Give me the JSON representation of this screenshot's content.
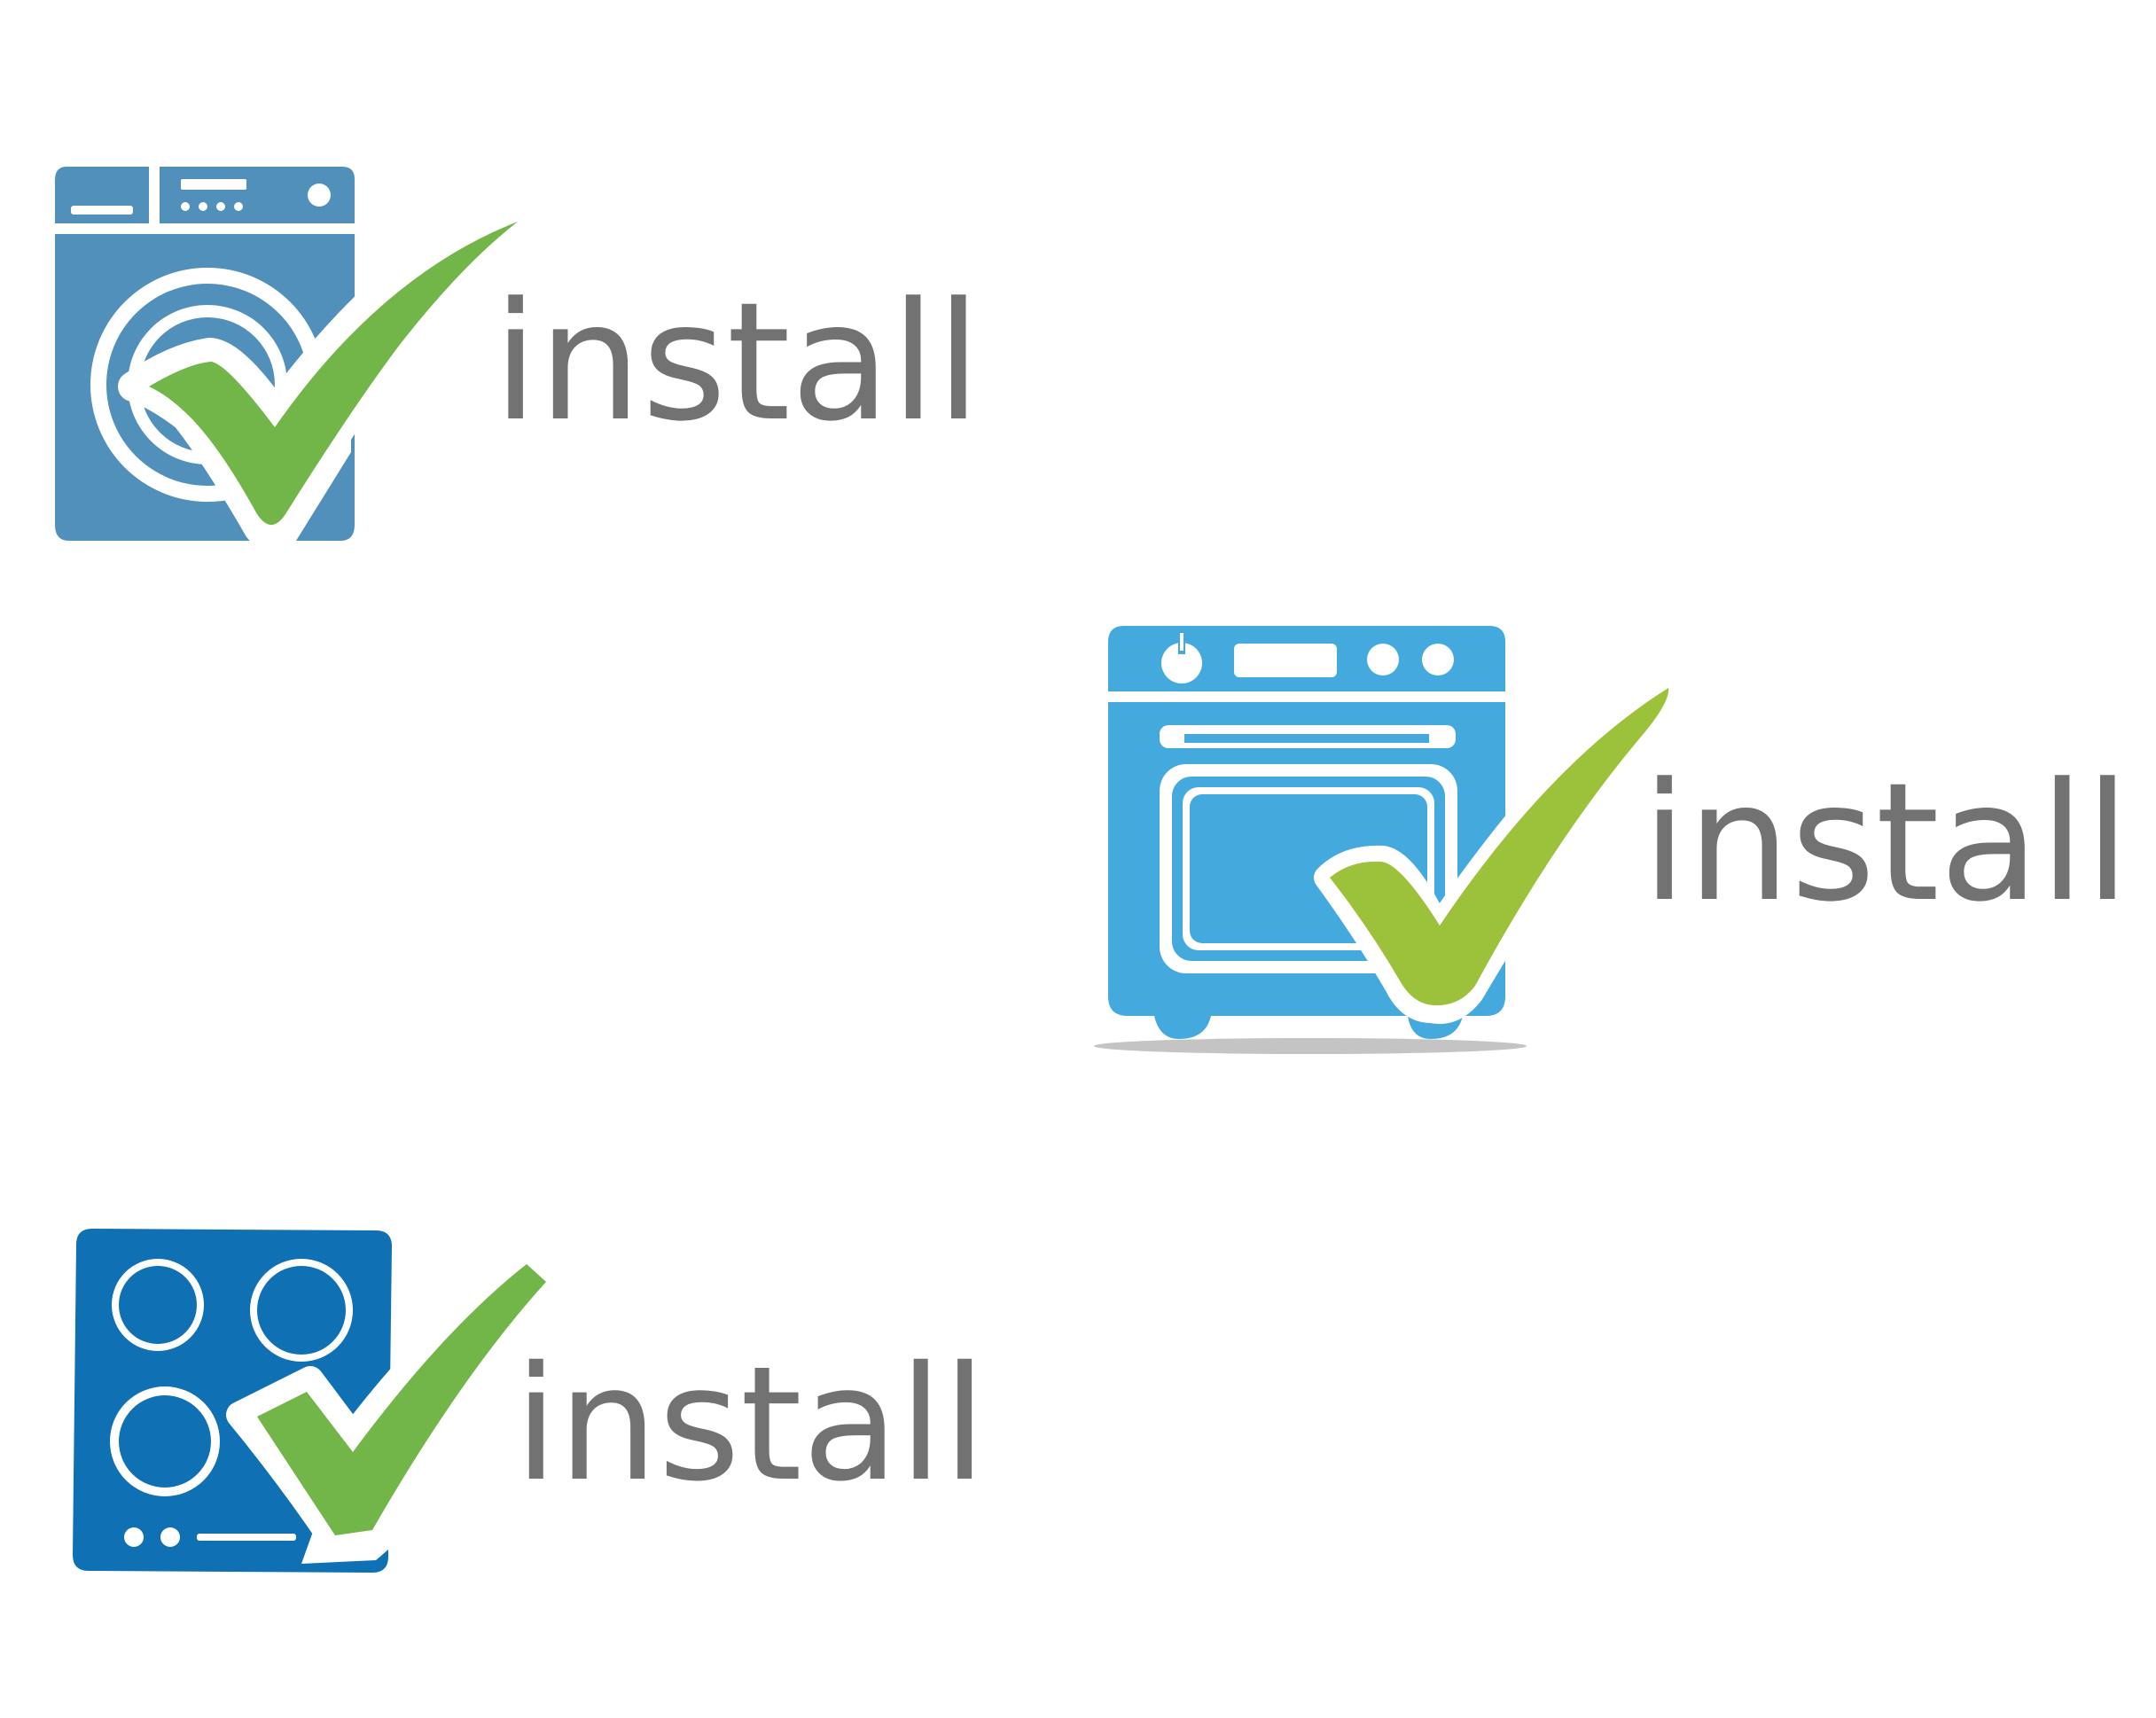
{
  "logos": [
    {
      "appliance": "washing-machine",
      "wordmark": "install",
      "colors": {
        "appliance": "#5090bb",
        "check": "#72b548",
        "text": "#727272"
      }
    },
    {
      "appliance": "oven",
      "wordmark": "install",
      "colors": {
        "appliance": "#44aadd",
        "check": "#9cc23b",
        "text": "#727272",
        "shadow": "#c4c4c4"
      }
    },
    {
      "appliance": "hob",
      "wordmark": "install",
      "colors": {
        "appliance": "#0f71b4",
        "check": "#72b548",
        "text": "#727272"
      }
    }
  ],
  "icons": [
    "washing-machine-icon",
    "oven-icon",
    "hob-icon",
    "checkmark-icon"
  ]
}
